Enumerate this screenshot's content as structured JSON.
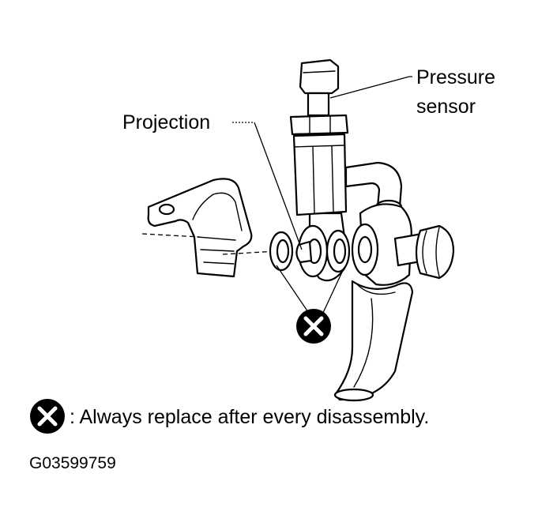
{
  "labels": {
    "pressure_sensor_line1": "Pressure",
    "pressure_sensor_line2": "sensor",
    "projection": "Projection"
  },
  "legend": {
    "text": ": Always replace after every disassembly."
  },
  "figure_code": "G03599759",
  "colors": {
    "ink": "#000000",
    "paper": "#ffffff"
  },
  "icons": {
    "replace_symbol": "circled-x-icon"
  }
}
